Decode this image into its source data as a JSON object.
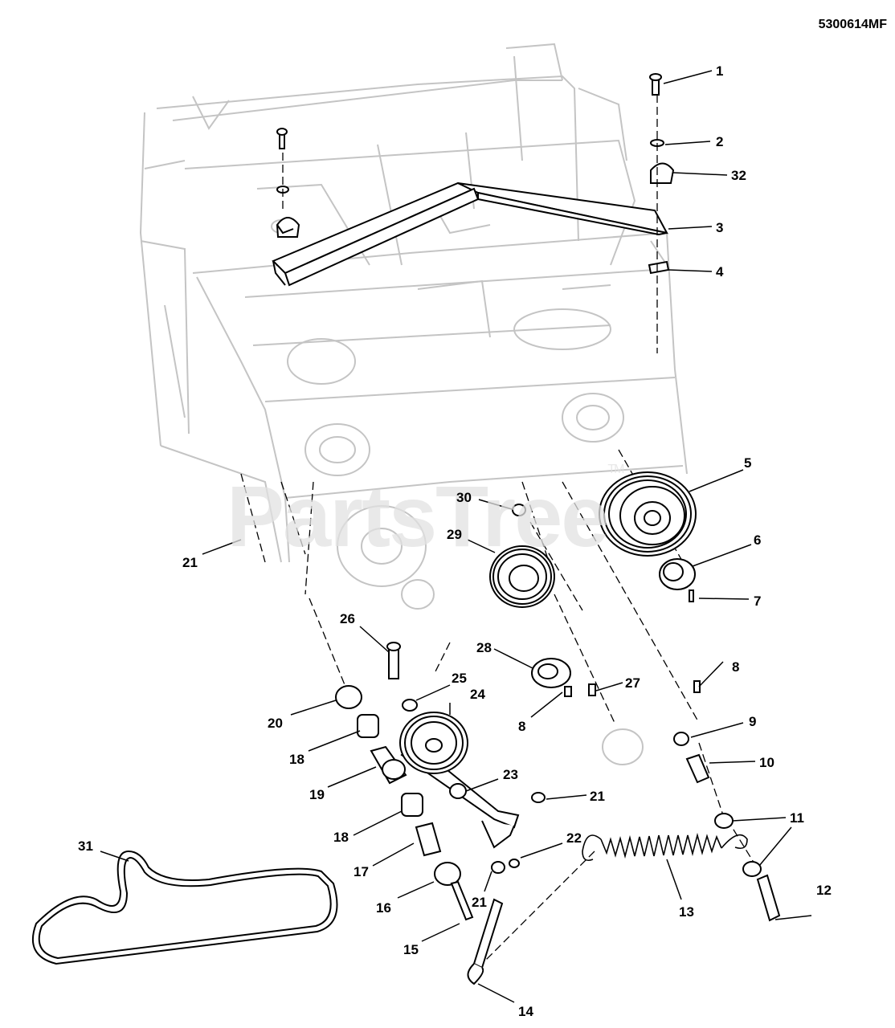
{
  "drawing_code": "5300614MF",
  "watermark": {
    "text": "PartsTree",
    "trademark": "TM"
  },
  "callouts": [
    "1",
    "2",
    "32",
    "3",
    "4",
    "5",
    "30",
    "29",
    "21",
    "6",
    "7",
    "26",
    "28",
    "8",
    "27",
    "25",
    "24",
    "20",
    "8",
    "9",
    "18",
    "10",
    "19",
    "23",
    "21",
    "11",
    "18",
    "22",
    "31",
    "17",
    "13",
    "12",
    "16",
    "21",
    "15",
    "14"
  ],
  "colors": {
    "ink": "#000000",
    "frame": "#c8c8c8",
    "watermark": "#e2e2e2",
    "background": "#ffffff"
  }
}
